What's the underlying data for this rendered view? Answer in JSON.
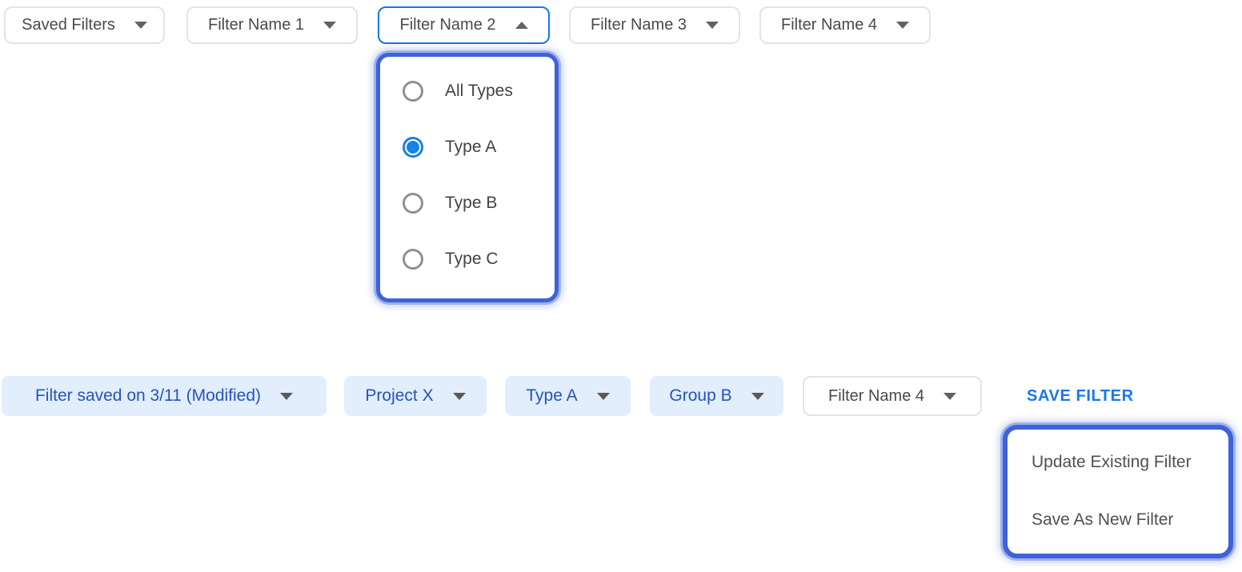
{
  "colors": {
    "accent_blue": "#1377e8",
    "radio_selected_blue": "#1583e8",
    "panel_border_blue": "#3e63d8",
    "chip_background": "#e2eefb",
    "chip_text_blue": "#2553c0",
    "save_filter_blue": "#1877f0",
    "button_border_gray": "#e4e4e4",
    "button_text_gray": "#4a4a4a"
  },
  "top_filter_bar": {
    "buttons": [
      {
        "label": "Saved Filters",
        "state": "closed"
      },
      {
        "label": "Filter Name 1",
        "state": "closed"
      },
      {
        "label": "Filter Name 2",
        "state": "open"
      },
      {
        "label": "Filter Name 3",
        "state": "closed"
      },
      {
        "label": "Filter Name 4",
        "state": "closed"
      }
    ]
  },
  "type_dropdown": {
    "options": [
      {
        "label": "All Types",
        "selected": false
      },
      {
        "label": "Type A",
        "selected": true
      },
      {
        "label": "Type B",
        "selected": false
      },
      {
        "label": "Type C",
        "selected": false
      }
    ]
  },
  "applied_filter_bar": {
    "chips": [
      {
        "label": "Filter saved on 3/11 (Modified)"
      },
      {
        "label": "Project X"
      },
      {
        "label": "Type A"
      },
      {
        "label": "Group B"
      }
    ],
    "unselected_button": {
      "label": "Filter Name 4"
    },
    "save_filter_label": "SAVE FILTER"
  },
  "save_menu": {
    "items": [
      {
        "label": "Update Existing Filter"
      },
      {
        "label": "Save As New Filter"
      }
    ]
  }
}
